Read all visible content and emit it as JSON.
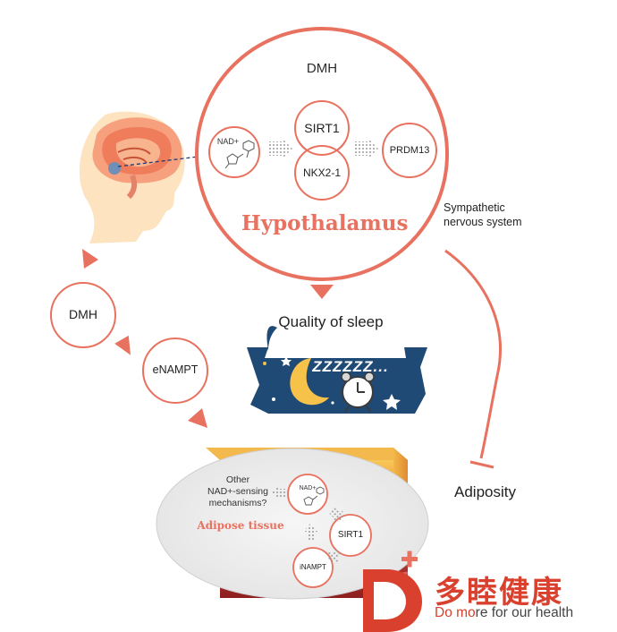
{
  "hypothalamus": {
    "dmh_label": "DMH",
    "nad_label": "NAD+",
    "sirt1_label": "SIRT1",
    "nkx_label": "NKX2-1",
    "prdm13_label": "PRDM13",
    "title": "Hypothalamus"
  },
  "sympathetic_label": "Sympathetic\nnervous system",
  "cycle": {
    "dmh_label": "DMH",
    "enampt_label": "eNAMPT"
  },
  "sleep": {
    "title": "Quality of sleep",
    "zzz": "ZZZZZZ..."
  },
  "adipose": {
    "question": "Other\nNAD+-sensing\nmechanisms?",
    "title": "Adipose tissue",
    "nad_label": "NAD+",
    "sirt1_label": "SIRT1",
    "inampt_label": "iNAMPT"
  },
  "adiposity_label": "Adiposity",
  "logo": {
    "chinese": "多睦健康",
    "slogan_part1": "Do mo",
    "slogan_part2": "re for our health"
  },
  "colors": {
    "accent": "#e8715f",
    "accent_dark": "#d9503e",
    "night_bg": "#1f4a75",
    "moon": "#f6c24a"
  }
}
